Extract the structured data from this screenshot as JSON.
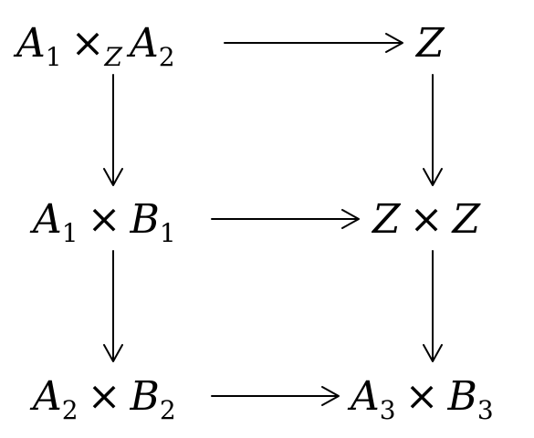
{
  "nodes": {
    "top_left": {
      "a": "A",
      "a_sub": "1",
      "op": "×",
      "op_sub": "Z",
      "b": "A",
      "b_sub": "2"
    },
    "top_right": {
      "a": "Z"
    },
    "mid_left": {
      "a": "A",
      "a_sub": "1",
      "op": "×",
      "b": "B",
      "b_sub": "1"
    },
    "mid_right": {
      "a": "Z",
      "op": "×",
      "b": "Z"
    },
    "bot_left": {
      "a": "A",
      "a_sub": "2",
      "op": "×",
      "b": "B",
      "b_sub": "2"
    },
    "bot_right": {
      "a": "A",
      "a_sub": "3",
      "op": "×",
      "b": "B",
      "b_sub": "3"
    }
  }
}
